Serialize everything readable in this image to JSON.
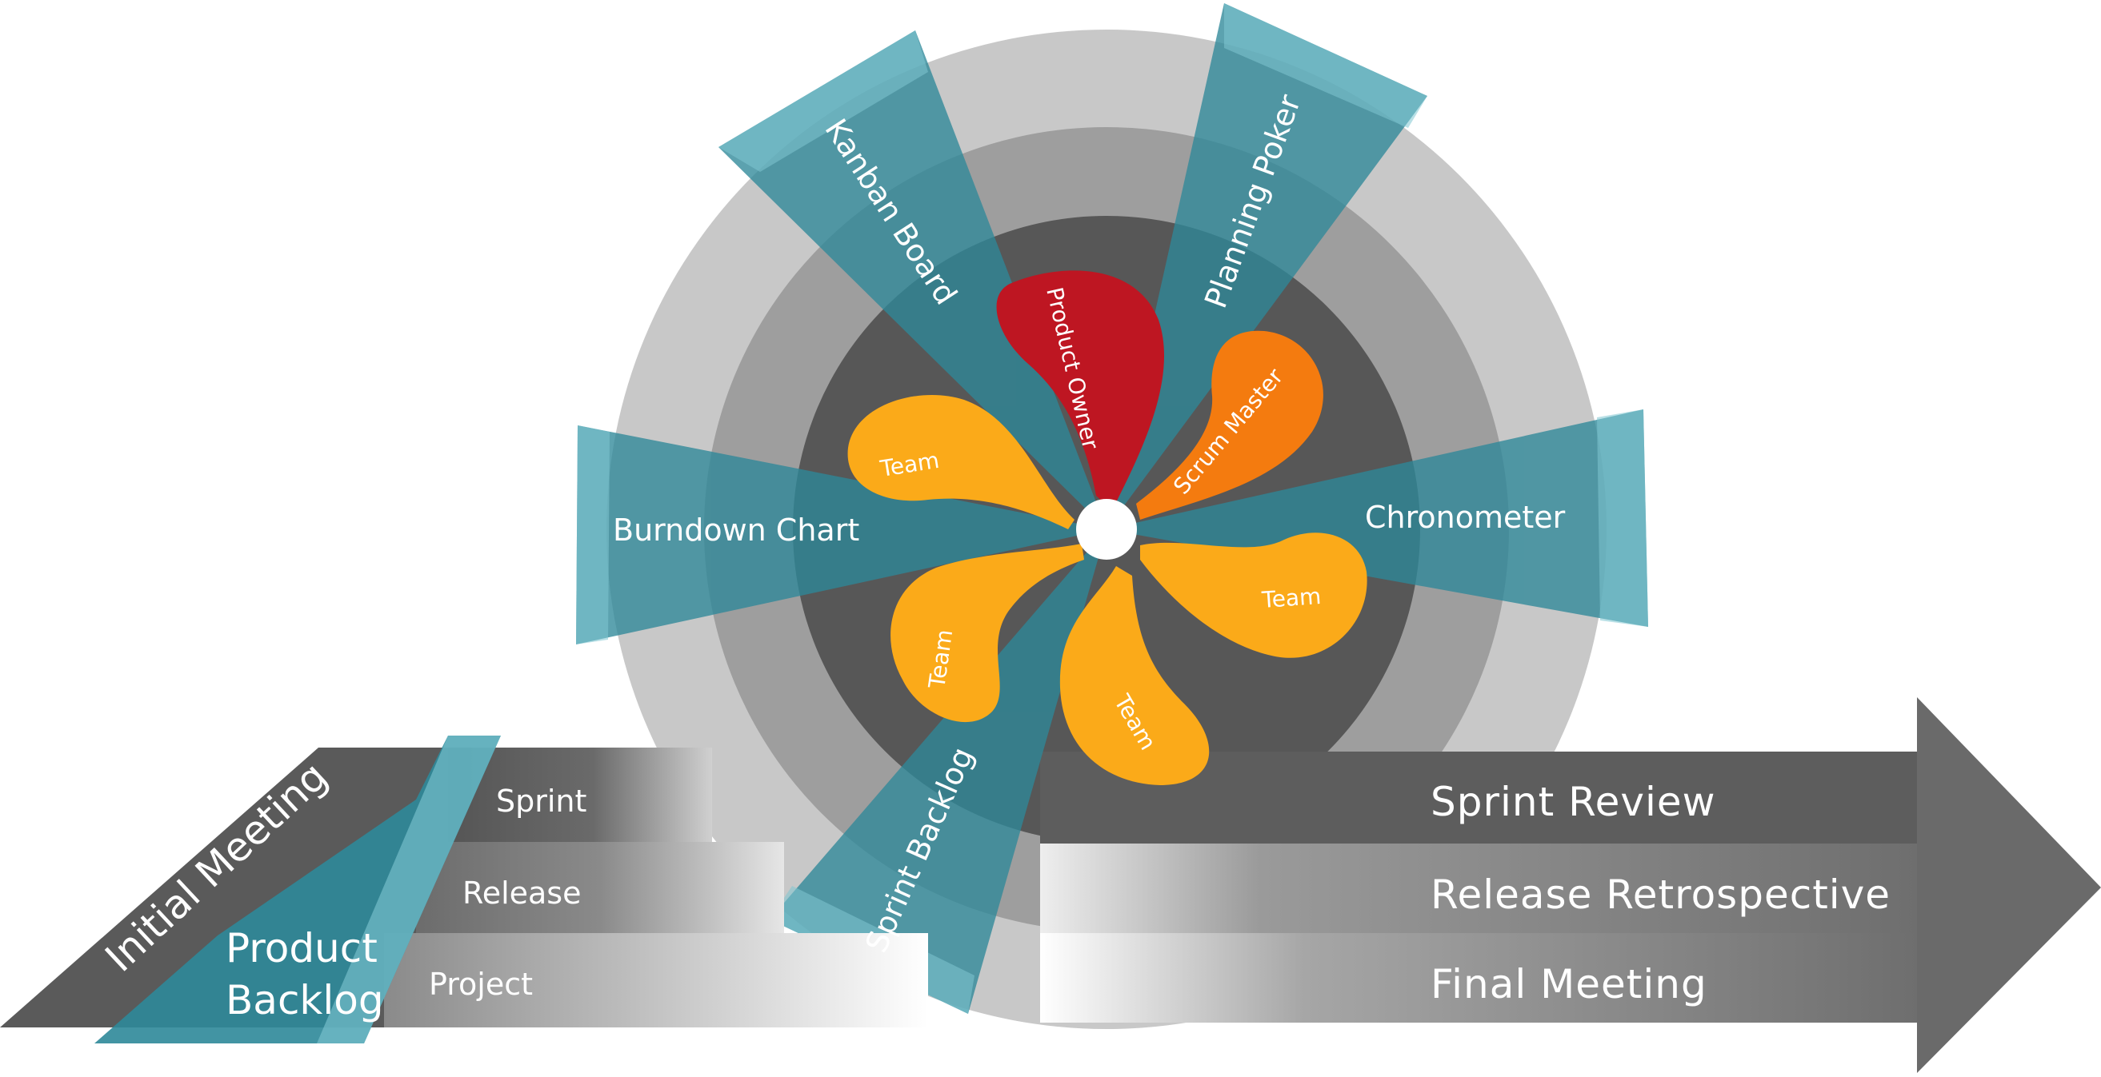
{
  "left_arrow": {
    "initial_meeting": "Initial Meeting",
    "product_backlog_line1": "Product",
    "product_backlog_line2": "Backlog"
  },
  "bands": {
    "sprint": "Sprint",
    "release": "Release",
    "project": "Project"
  },
  "right_arrow": {
    "sprint_review": "Sprint Review",
    "release_retrospective": "Release Retrospective",
    "final_meeting": "Final Meeting"
  },
  "tools": {
    "kanban_board": "Kanban Board",
    "planning_poker": "Planning Poker",
    "burndown_chart": "Burndown Chart",
    "chronometer": "Chronometer",
    "sprint_backlog": "Sprint Backlog"
  },
  "roles": {
    "product_owner": "Product Owner",
    "scrum_master": "Scrum Master",
    "team_left": "Team",
    "team_right": "Team",
    "team_lower_left": "Team",
    "team_bottom": "Team"
  },
  "colors": {
    "teal": "#2e8899",
    "teal_light": "#7fc7d2",
    "product_owner": "#be1622",
    "scrum_master": "#f47b0f",
    "team": "#fbaa19",
    "ring_outer": "#c8c8c8",
    "ring_middle": "#9e9e9e",
    "ring_inner": "#575757",
    "arrow_dark": "#5a5a5a"
  }
}
